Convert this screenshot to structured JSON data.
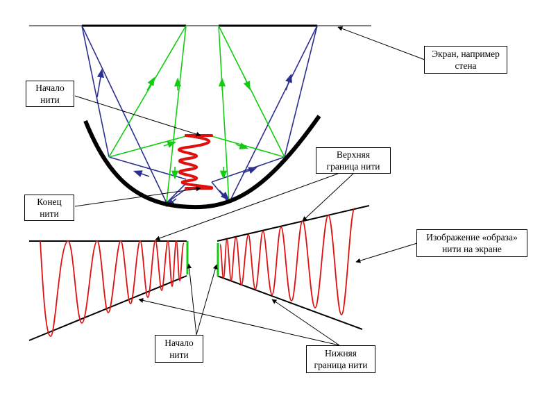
{
  "labels": {
    "screen": [
      "Экран, например",
      "стена"
    ],
    "thread_start_top": [
      "Начало",
      "нити"
    ],
    "thread_end": [
      "Конец",
      "нити"
    ],
    "upper_boundary": [
      "Верхняя",
      "граница нити"
    ],
    "image_on_screen": [
      "Изображение «образа»",
      "нити на экране"
    ],
    "thread_start_bottom": [
      "Начало",
      "нити"
    ],
    "lower_boundary": [
      "Нижняя",
      "граница нити"
    ]
  },
  "colors": {
    "mirror": "#000000",
    "blue_rays": "#2b2f8f",
    "green_rays": "#12cc12",
    "thread": "#e01010",
    "arrows": "#000000"
  }
}
